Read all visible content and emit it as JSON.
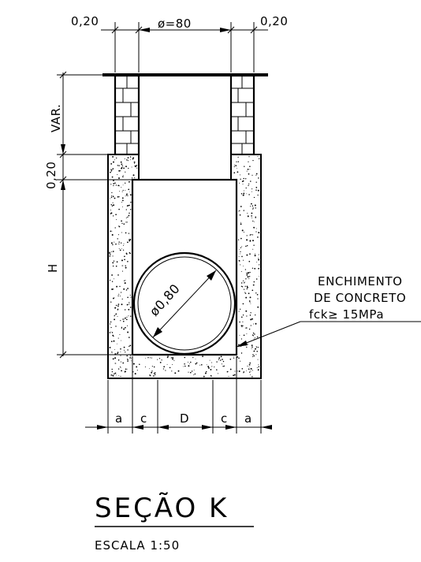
{
  "dimensions": {
    "top_left_wall": "0,20",
    "diameter_label": "ø=80",
    "top_right_wall": "0,20",
    "height_var": "VAR.",
    "height_slab": "0,20",
    "height_h": "H",
    "pipe_diameter": "ø0,80",
    "bottom_a_left": "a",
    "bottom_c_left": "c",
    "bottom_d": "D",
    "bottom_c_right": "c",
    "bottom_a_right": "a"
  },
  "note": {
    "line1": "ENCHIMENTO",
    "line2": "DE CONCRETO",
    "line3": "fck≥ 15MPa"
  },
  "title": {
    "main": "SEÇÃO K",
    "scale": "ESCALA 1:50"
  },
  "colors": {
    "line": "#000000",
    "background": "#ffffff"
  }
}
